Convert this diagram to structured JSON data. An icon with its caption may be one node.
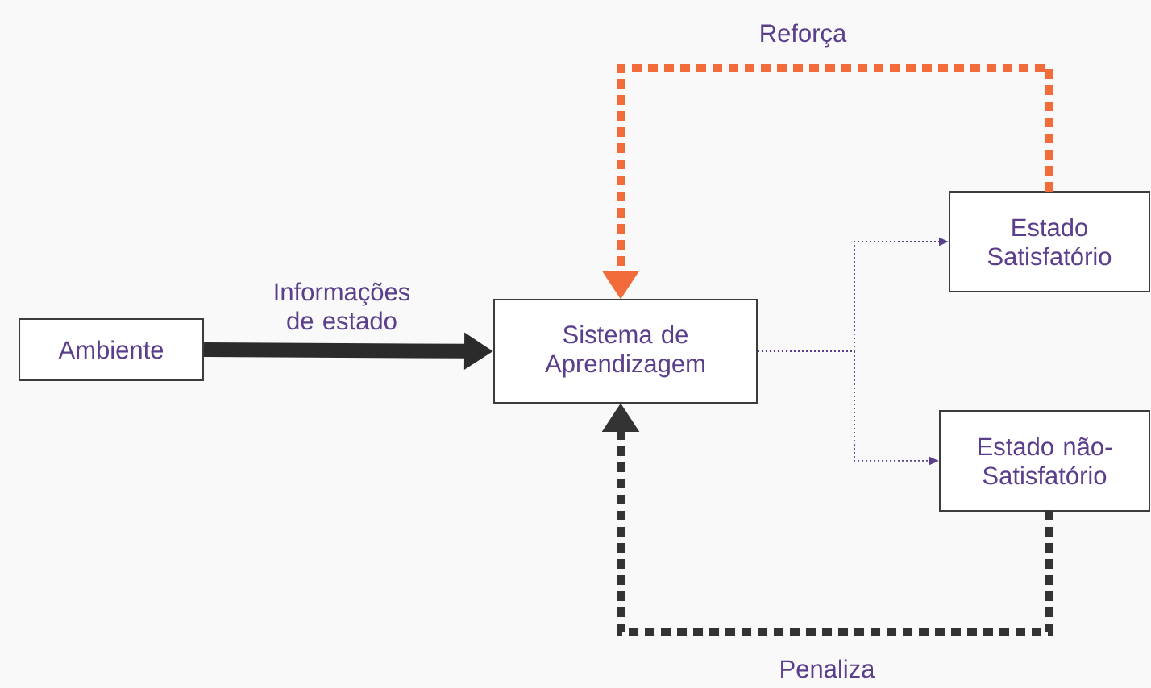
{
  "diagram": {
    "nodes": [
      {
        "text": [
          "Ambiente"
        ]
      },
      {
        "text": [
          "Sistema de Aprendizagem"
        ]
      },
      {
        "text": [
          "Estado Satisfatório"
        ]
      },
      {
        "text": [
          "Estado não-Satisfatório"
        ]
      }
    ],
    "edges": [
      {
        "from": 0,
        "to": 1,
        "arrow": "to",
        "label": "Informações de estado",
        "style": "thick",
        "color": "#2b2b2b"
      },
      {
        "from": 1,
        "to": 2,
        "arrow": "to",
        "style": "dashed",
        "color": "#5b3f8c"
      },
      {
        "from": 1,
        "to": 3,
        "arrow": "to",
        "style": "dashed",
        "color": "#5b3f8c"
      },
      {
        "from": 2,
        "to": 1,
        "arrow": "to",
        "label": "Reforça",
        "style": "dashed",
        "color": "#f26b3a"
      },
      {
        "from": 3,
        "to": 1,
        "arrow": "to",
        "label": "Penaliza",
        "style": "dashed",
        "color": "#333333"
      }
    ]
  }
}
